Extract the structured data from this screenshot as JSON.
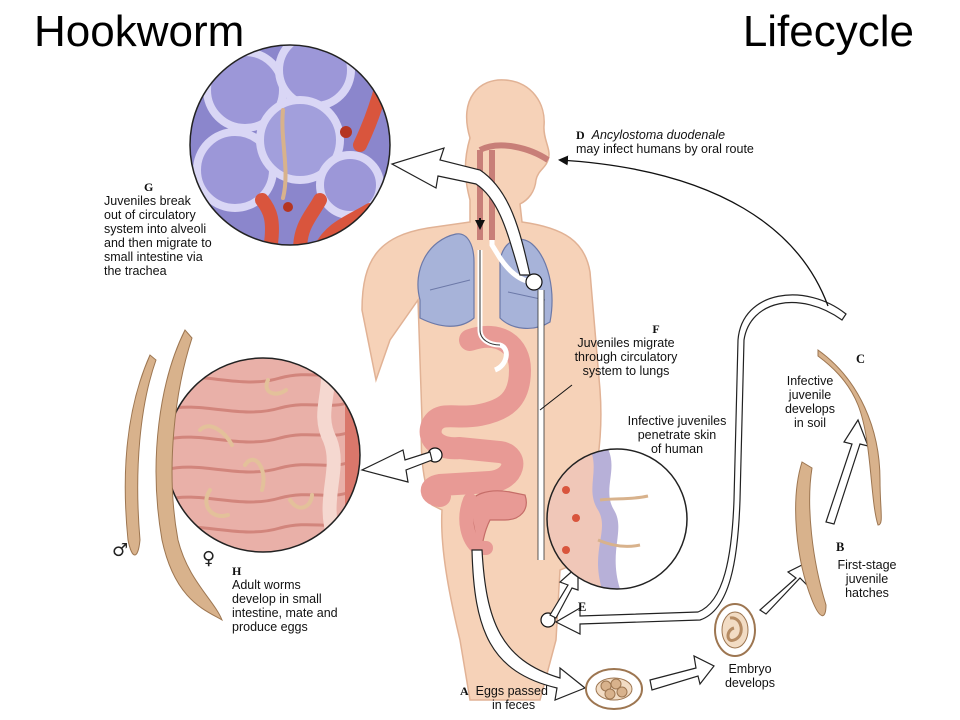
{
  "title_left": "Hookworm",
  "title_right": "Lifecycle",
  "labels": {
    "A": {
      "letter": "A",
      "text1": "Eggs passed",
      "text2": "in feces"
    },
    "B": {
      "letter": "B",
      "lines": [
        "First-stage",
        "juvenile",
        "hatches"
      ]
    },
    "C": {
      "letter": "C",
      "lines": [
        "Infective",
        "juvenile",
        "develops",
        "in soil"
      ]
    },
    "D": {
      "letter": "D",
      "species": "Ancylostoma duodenale",
      "text": "may infect humans by oral route"
    },
    "E": {
      "letter": "E",
      "lines": [
        "Infective juveniles",
        "penetrate skin",
        "of human"
      ]
    },
    "F": {
      "letter": "F",
      "lines": [
        "Juveniles migrate",
        "through circulatory",
        "system to lungs"
      ]
    },
    "G": {
      "letter": "G",
      "lines": [
        "Juveniles break",
        "out of circulatory",
        "system into alveoli",
        "and then migrate to",
        "small intestine via",
        "the trachea"
      ]
    },
    "H": {
      "letter": "H",
      "lines": [
        "Adult worms",
        "develop in small",
        "intestine, mate and",
        "produce eggs"
      ]
    },
    "embryo": {
      "lines": [
        "Embryo",
        "develops"
      ]
    }
  },
  "symbols": {
    "male": "♂",
    "female": "♀"
  },
  "colors": {
    "skin": "#f6d2b8",
    "lung": "#a7b3d9",
    "intestine": "#e89a95",
    "alveoli": "#7f78c4",
    "vessel": "#d9553d",
    "worm": "#d8b28c"
  }
}
